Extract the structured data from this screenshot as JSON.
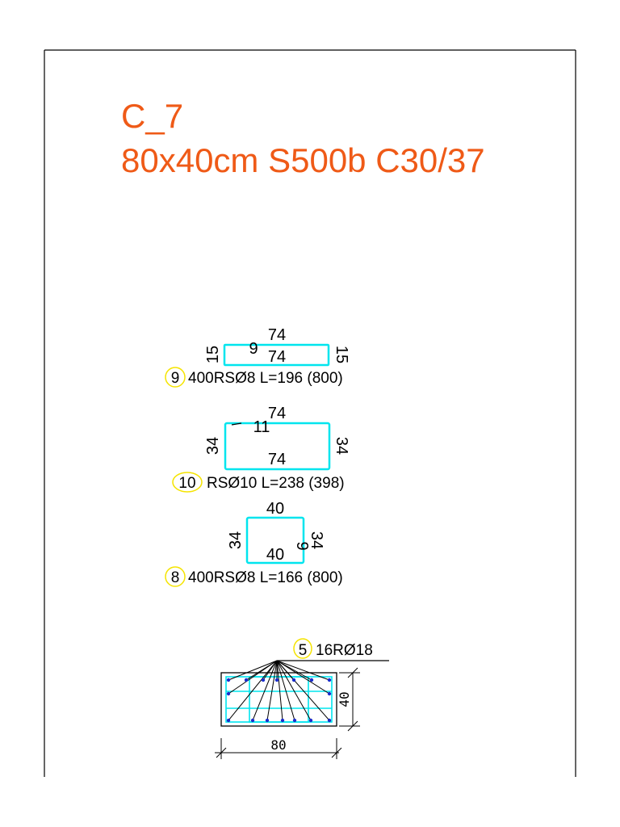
{
  "title": {
    "name": "C_7",
    "spec": "80x40cm S500b C30/37",
    "color": "#ef5a17"
  },
  "colors": {
    "rebar_shape": "#00e5ee",
    "marker": "#f5e400",
    "bar_dot": "#1a2ccc",
    "line": "#000000"
  },
  "bar9": {
    "mark": "9",
    "top_dim": "74",
    "hook": "9",
    "inner_dim": "74",
    "left_dim": "15",
    "right_dim": "15",
    "spec": "400RSØ8 L=196 (800)"
  },
  "bar10": {
    "mark": "10",
    "top_dim": "74",
    "hook": "11",
    "left_dim": "34",
    "right_dim": "34",
    "bottom_dim": "74",
    "spec": "RSØ10 L=238 (398)"
  },
  "bar8": {
    "mark": "8",
    "top_dim": "40",
    "left_dim": "34",
    "hook": "9",
    "right_dim": "34",
    "bottom_dim": "40",
    "spec": "400RSØ8 L=166 (800)"
  },
  "section": {
    "mark": "5",
    "spec": "16RØ18",
    "width_dim": "80",
    "height_dim": "40"
  }
}
